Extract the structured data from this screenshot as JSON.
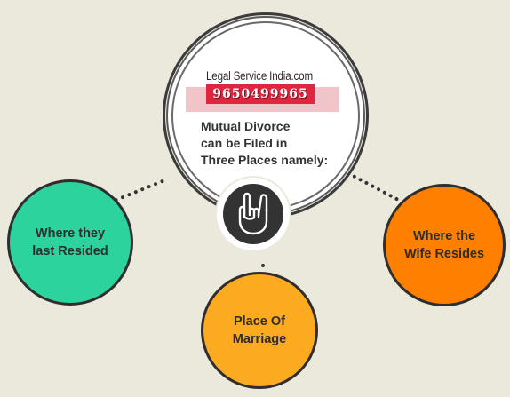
{
  "header": {
    "site_name": "Legal Service India.com",
    "phone": "9650499965"
  },
  "center": {
    "headline_lines": [
      "Mutual Divorce",
      "can be Filed in",
      "Three Places namely:"
    ],
    "icon": "hand-gesture-icon"
  },
  "places": [
    {
      "lines": [
        "Where they",
        "last Resided"
      ],
      "color": "#2cd39c"
    },
    {
      "lines": [
        "Place Of",
        "Marriage"
      ],
      "color": "#fcaa20"
    },
    {
      "lines": [
        "Where the",
        "Wife Resides"
      ],
      "color": "#ff7f00"
    }
  ],
  "colors": {
    "background": "#ebe8dc",
    "dark": "#333333",
    "phone_badge": "#e0263f"
  }
}
